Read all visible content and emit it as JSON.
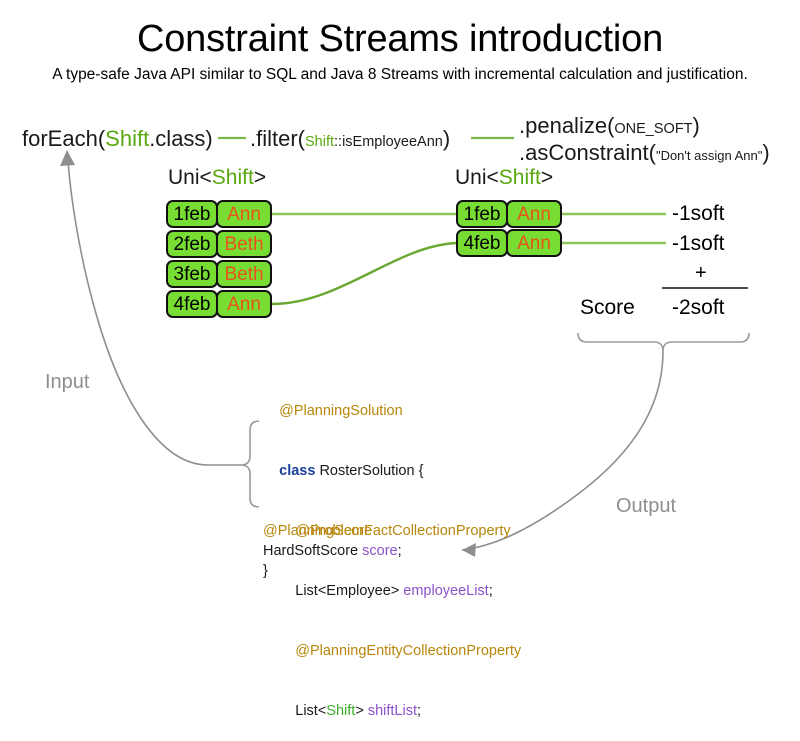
{
  "header": {
    "title": "Constraint Streams introduction",
    "subtitle": "A type-safe Java API similar to SQL and Java 8 Streams with incremental calculation and justification."
  },
  "stream": {
    "foreach": {
      "prefix": "forEach(",
      "type": "Shift",
      "suffix": ".class)"
    },
    "filter": {
      "prefix": ".filter(",
      "type": "Shift",
      "method": "::isEmployeeAnn",
      "suffix": ")"
    },
    "penalize": {
      "prefix": ".penalize(",
      "arg": "ONE_SOFT",
      "suffix": ")"
    },
    "as_constraint": {
      "prefix": ".asConstraint(",
      "arg": "\"Don't assign Ann\"",
      "suffix": ")"
    },
    "uni_left": {
      "prefix": "Uni<",
      "type": "Shift",
      "suffix": ">"
    },
    "uni_right": {
      "prefix": "Uni<",
      "type": "Shift",
      "suffix": ">"
    }
  },
  "shifts_input": [
    {
      "date": "1feb",
      "employee": "Ann"
    },
    {
      "date": "2feb",
      "employee": "Beth"
    },
    {
      "date": "3feb",
      "employee": "Beth"
    },
    {
      "date": "4feb",
      "employee": "Ann"
    }
  ],
  "shifts_filtered": [
    {
      "date": "1feb",
      "employee": "Ann"
    },
    {
      "date": "4feb",
      "employee": "Ann"
    }
  ],
  "penalties": [
    "-1soft",
    "-1soft"
  ],
  "score": {
    "plus": "+",
    "label": "Score",
    "total": "-2soft"
  },
  "flow_labels": {
    "input": "Input",
    "output": "Output"
  },
  "code": {
    "annotation_solution": "@PlanningSolution",
    "keyword_class": "class",
    "class_name": "RosterSolution {",
    "annotation_problem_fact": "@ProblemFactCollectionProperty",
    "field_employee_type": "List<Employee> ",
    "field_employee_name": "employeeList",
    "field_employee_semi": ";",
    "annotation_planning_entity": "@PlanningEntityCollectionProperty",
    "field_shift_prefix": "List<",
    "field_shift_type": "Shift",
    "field_shift_mid": "> ",
    "field_shift_name": "shiftList",
    "field_shift_semi": ";",
    "annotation_score": "@PlanningScore",
    "field_score_type": "HardSoftScore ",
    "field_score_name": "score",
    "field_score_semi": ";",
    "closing_brace": "}"
  },
  "colors": {
    "box_green": "#77dd33",
    "name_orange": "#e8541a",
    "link_green": "#5aa81e",
    "annotation_gold": "#b8860b",
    "keyword_blue": "#1a3f9e",
    "field_purple": "#8c52c9",
    "gray_arrow": "#8e8e8e"
  }
}
